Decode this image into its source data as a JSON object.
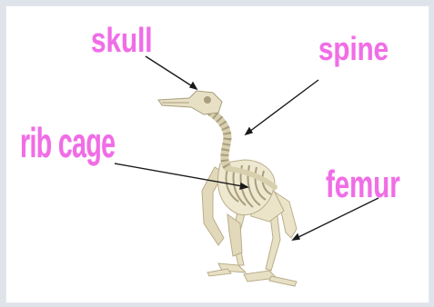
{
  "labels": {
    "skull": "skull",
    "spine": "spine",
    "rib_cage": "rib cage",
    "femur": "femur"
  },
  "colors": {
    "label_text": "#f06de6",
    "bone": "#e8e0c4",
    "bone_shadow": "#b9ad8a",
    "pointer": "#1a1a1a",
    "frame": "#dfe3ea"
  }
}
